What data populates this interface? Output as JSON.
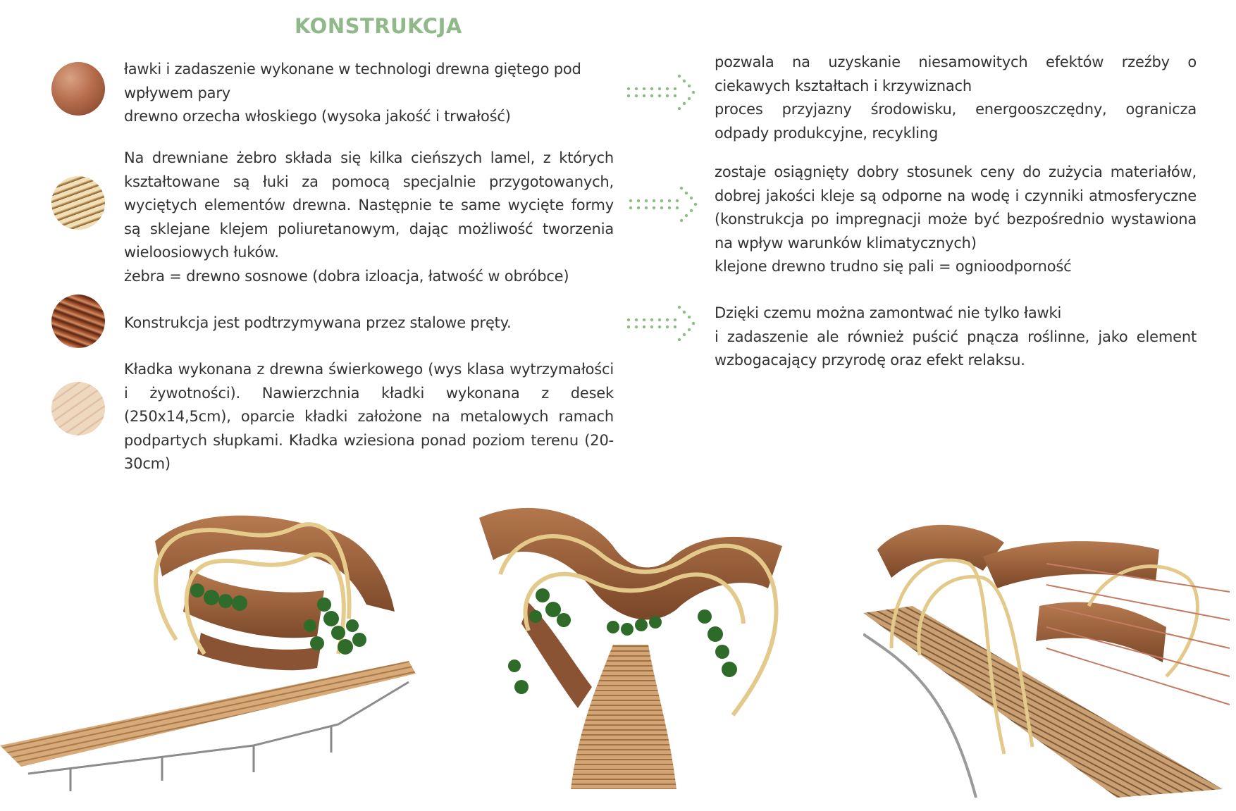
{
  "title": "KONSTRUKCJA",
  "colors": {
    "accent": "#8fb989",
    "text": "#333333",
    "arrow": "#8fbd86"
  },
  "left_items": [
    {
      "icon": "bent-wood-swatch",
      "lines": [
        "ławki i zadaszenie wykonane w technologi drewna giętego pod wpływem pary",
        "drewno orzecha włoskiego (wysoka jakość i trwałość)"
      ]
    },
    {
      "icon": "laminated-rib-swatch",
      "lines": [
        "Na drewniane żebro składa się kilka cieńszych lamel, z których kształtowane są łuki za pomocą specjalnie przygotowanych, wyciętych elementów drewna. Następnie te same wycięte formy są sklejane klejem poliuretanowym, dając możliwość tworzenia wieloosiowych łuków.",
        "żebra = drewno sosnowe (dobra izloacja, łatwość w obróbce)"
      ]
    },
    {
      "icon": "steel-rods-swatch",
      "lines": [
        "Konstrukcja jest podtrzymywana przez stalowe pręty."
      ]
    },
    {
      "icon": "spruce-deck-swatch",
      "lines": [
        "Kładka wykonana z drewna świerkowego (wys klasa wytrzymałości i żywotności). Nawierzchnia kładki wykonana z desek (250x14,5cm), oparcie kładki założone na metalowych ramach podpartych słupkami. Kładka wziesiona ponad poziom terenu (20-30cm)"
      ]
    }
  ],
  "right_items": [
    {
      "lines": [
        "pozwala na uzyskanie niesamowitych efektów rzeźby o ciekawych kształtach i krzywiznach",
        "proces przyjazny środowisku, energooszczędny, ogranicza odpady produkcyjne, recykling"
      ]
    },
    {
      "lines": [
        "zostaje osiągnięty dobry stosunek ceny do zużycia materiałów, dobrej jakości kleje są odporne na wodę i czynniki atmosferyczne (konstrukcja po impregnacji może być bezpośrednio wystawiona na wpływ warunków klimatycznych)",
        "klejone drewno trudno się pali = ognioodporność"
      ]
    },
    {
      "lines": [
        "Dzięki czemu można zamontwać nie tylko ławki",
        "i zadaszenie ale również puścić pnącza roślinne, jako element wzbogacający przyrodę oraz efekt relaksu."
      ]
    }
  ]
}
